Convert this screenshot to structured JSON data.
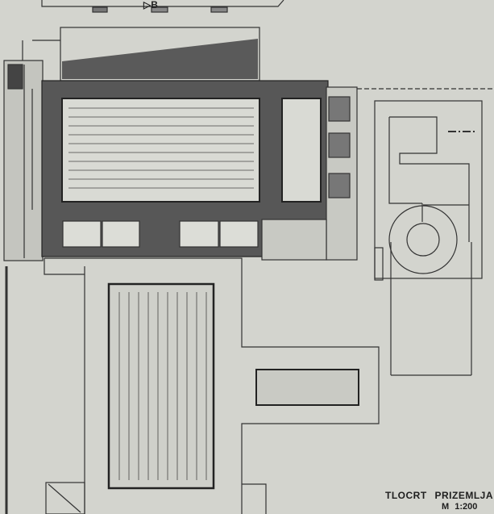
{
  "drawing": {
    "title": "TLOCRT PRIZEMLJA",
    "scale": "M 1:200",
    "section_marker": "▷B"
  },
  "colors": {
    "paper": "#d3d4ce",
    "ink": "#2a2a2a",
    "hatch": "#555555"
  }
}
